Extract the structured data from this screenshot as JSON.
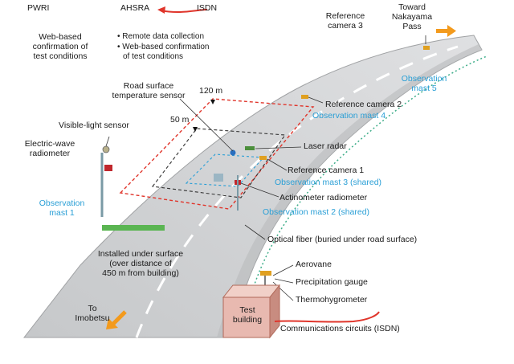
{
  "top": {
    "pwri": "PWRI",
    "pwri_desc_1": "Web-based",
    "pwri_desc_2": "confirmation of",
    "pwri_desc_3": "test conditions",
    "ahsra": "AHSRA",
    "isdn": "ISDN",
    "ahsra_item_1": "Remote data collection",
    "ahsra_item_2a": "Web-based confirmation",
    "ahsra_item_2b": "of test conditions"
  },
  "labels": {
    "ref_cam_3_a": "Reference",
    "ref_cam_3_b": "camera 3",
    "toward_1": "Toward",
    "toward_2": "Nakayama",
    "toward_3": "Pass",
    "obs_mast_5_a": "Observation",
    "obs_mast_5_b": "mast 5",
    "road_sensor_1": "Road surface",
    "road_sensor_2": "temperature sensor",
    "dist_120": "120 m",
    "dist_50": "50 m",
    "ref_cam_2": "Reference camera 2",
    "obs_mast_4": "Observation mast 4",
    "visible_sensor": "Visible-light sensor",
    "radiometer_1": "Electric-wave",
    "radiometer_2": "radiometer",
    "laser_radar": "Laser radar",
    "ref_cam_1": "Reference camera 1",
    "obs_mast_3": "Observation mast 3 (shared)",
    "actinometer": "Actinometer radiometer",
    "obs_mast_2": "Observation mast 2 (shared)",
    "obs_mast_1_a": "Observation",
    "obs_mast_1_b": "mast 1",
    "optical_fiber": "Optical fiber (buried under road surface)",
    "installed_1": "Installed under surface",
    "installed_2": "(over distance of",
    "installed_3": "450 m from building)",
    "aerovane": "Aerovane",
    "precip": "Precipitation gauge",
    "thermo": "Thermohygrometer",
    "to_1": "To",
    "to_2": "Imobetsu",
    "test_1": "Test",
    "test_2": "building",
    "comm": "Communications circuits (ISDN)"
  },
  "colors": {
    "road": "#d4d6d8",
    "road_edge": "#9a9a9a",
    "fiber": "#3fae8a",
    "cyan_text": "#2a9fd6",
    "red_zone": "#e0352b",
    "arrow_orange": "#f39a1c",
    "building": "#e8b9b0"
  }
}
